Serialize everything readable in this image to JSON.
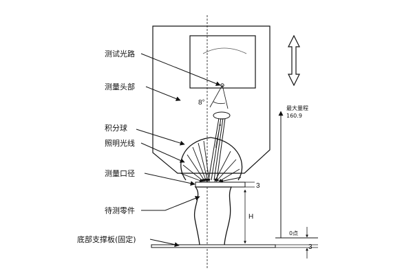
{
  "labels": {
    "optical_path": "测试光路",
    "measuring_head": "测量头部",
    "integrating_sphere": "积分球",
    "illumination_light": "照明光线",
    "measuring_aperture": "测量口径",
    "part_under_test": "待测零件",
    "base_plate": "底部支撑板(固定)"
  },
  "annotations": {
    "angle": "8°",
    "gap_top": "3",
    "height": "H",
    "max_range_title": "最大量程",
    "max_range_value": "160.9",
    "zero_point": "0点",
    "base_thickness": "3"
  }
}
